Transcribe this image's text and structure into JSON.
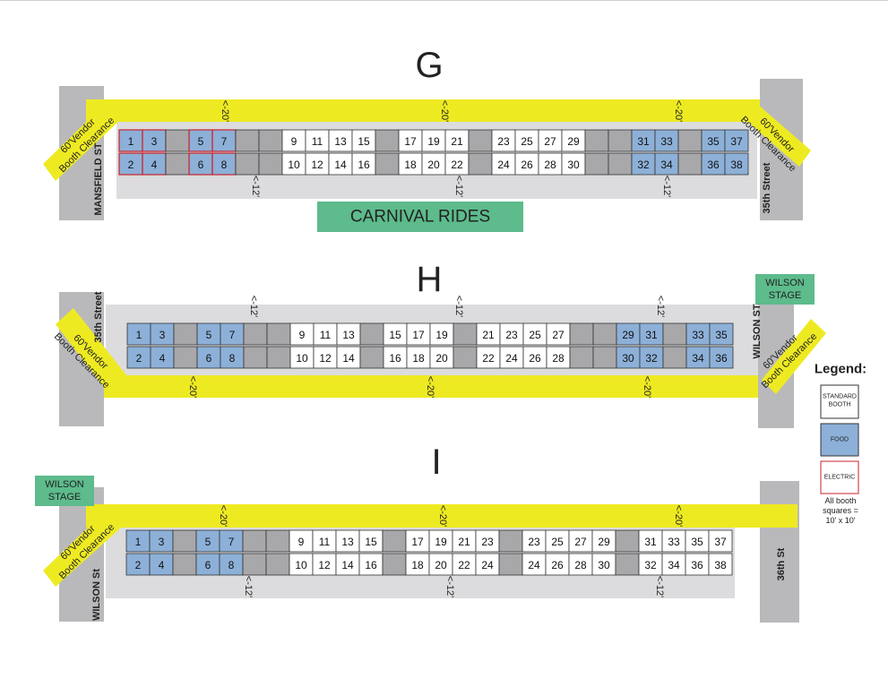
{
  "sections": [
    {
      "letter": "G",
      "top_booths": [
        "1",
        "3",
        "",
        "5",
        "7",
        "",
        "",
        "9",
        "11",
        "13",
        "15",
        "",
        "17",
        "19",
        "21",
        "",
        "23",
        "25",
        "27",
        "29",
        "",
        "",
        "31",
        "33",
        "",
        "35",
        "37"
      ],
      "bottom_booths": [
        "2",
        "4",
        "",
        "6",
        "8",
        "",
        "",
        "10",
        "12",
        "14",
        "16",
        "",
        "18",
        "20",
        "22",
        "",
        "24",
        "26",
        "28",
        "30",
        "",
        "",
        "32",
        "34",
        "",
        "36",
        "38"
      ],
      "top_types": [
        "food-electric",
        "food-electric",
        "empty",
        "food-electric",
        "food-electric",
        "empty",
        "empty",
        "standard",
        "standard",
        "standard",
        "standard",
        "empty",
        "standard",
        "standard",
        "standard",
        "empty",
        "standard",
        "standard",
        "standard",
        "standard",
        "empty",
        "empty",
        "food",
        "food",
        "empty",
        "food",
        "food"
      ],
      "bottom_types": [
        "food-electric",
        "food-electric",
        "empty",
        "food-electric",
        "food-electric",
        "empty",
        "empty",
        "standard",
        "standard",
        "standard",
        "standard",
        "empty",
        "standard",
        "standard",
        "standard",
        "empty",
        "standard",
        "standard",
        "standard",
        "standard",
        "empty",
        "empty",
        "food",
        "food",
        "empty",
        "food",
        "food"
      ],
      "lane_marks": [
        "<-20'",
        "<-20'",
        "<-20'"
      ],
      "street_marks": [
        "<-12'",
        "<-12'",
        "<-12'"
      ],
      "left_street": "MANSFIELD ST",
      "right_street": "35th Street",
      "left_clearance": [
        "60'Vendor",
        "Booth Clearance"
      ],
      "right_clearance": [
        "60'Vendor",
        "Booth Clearance"
      ]
    },
    {
      "letter": "H",
      "top_booths": [
        "1",
        "3",
        "",
        "5",
        "7",
        "",
        "",
        "9",
        "11",
        "13",
        "",
        "15",
        "17",
        "19",
        "",
        "21",
        "23",
        "25",
        "27",
        "",
        "",
        "29",
        "31",
        "",
        "33",
        "35"
      ],
      "bottom_booths": [
        "2",
        "4",
        "",
        "6",
        "8",
        "",
        "",
        "10",
        "12",
        "14",
        "",
        "16",
        "18",
        "20",
        "",
        "22",
        "24",
        "26",
        "28",
        "",
        "",
        "30",
        "32",
        "",
        "34",
        "36"
      ],
      "top_types": [
        "food",
        "food",
        "empty",
        "food",
        "food",
        "empty",
        "empty",
        "standard",
        "standard",
        "standard",
        "empty",
        "standard",
        "standard",
        "standard",
        "empty",
        "standard",
        "standard",
        "standard",
        "standard",
        "empty",
        "empty",
        "food",
        "food",
        "empty",
        "food",
        "food"
      ],
      "bottom_types": [
        "food",
        "food",
        "empty",
        "food",
        "food",
        "empty",
        "empty",
        "standard",
        "standard",
        "standard",
        "empty",
        "standard",
        "standard",
        "standard",
        "empty",
        "standard",
        "standard",
        "standard",
        "standard",
        "empty",
        "empty",
        "food",
        "food",
        "empty",
        "food",
        "food"
      ],
      "lane_marks": [
        "<-20'",
        "<-20'",
        "<-20'"
      ],
      "street_marks": [
        "<-12'",
        "<-12'",
        "<-12'"
      ],
      "left_street": "35th Street",
      "right_street": "WILSON ST",
      "left_clearance": [
        "60'Vendor",
        "Booth Clearance"
      ],
      "right_clearance": [
        "60'Vendor",
        "Booth Clearance"
      ]
    },
    {
      "letter": "I",
      "top_booths": [
        "1",
        "3",
        "",
        "5",
        "7",
        "",
        "",
        "9",
        "11",
        "13",
        "15",
        "",
        "17",
        "19",
        "21",
        "23",
        "",
        "23",
        "25",
        "27",
        "29",
        "",
        "31",
        "33",
        "35",
        "37"
      ],
      "bottom_booths": [
        "2",
        "4",
        "",
        "6",
        "8",
        "",
        "",
        "10",
        "12",
        "14",
        "16",
        "",
        "18",
        "20",
        "22",
        "24",
        "",
        "24",
        "26",
        "28",
        "30",
        "",
        "32",
        "34",
        "36",
        "38"
      ],
      "top_types": [
        "food",
        "food",
        "empty",
        "food",
        "food",
        "empty",
        "empty",
        "standard",
        "standard",
        "standard",
        "standard",
        "empty",
        "standard",
        "standard",
        "standard",
        "standard",
        "empty",
        "standard",
        "standard",
        "standard",
        "standard",
        "empty",
        "standard",
        "standard",
        "standard",
        "standard"
      ],
      "bottom_types": [
        "food",
        "food",
        "empty",
        "food",
        "food",
        "empty",
        "empty",
        "standard",
        "standard",
        "standard",
        "standard",
        "empty",
        "standard",
        "standard",
        "standard",
        "standard",
        "empty",
        "standard",
        "standard",
        "standard",
        "standard",
        "empty",
        "standard",
        "standard",
        "standard",
        "standard"
      ],
      "lane_marks": [
        "<-20'",
        "<-20'",
        "<-20'"
      ],
      "street_marks": [
        "<-12'",
        "<-12'",
        "<-12'"
      ],
      "left_street": "WILSON St",
      "right_street": "36th St",
      "left_clearance": [
        "60'Vendor",
        "Booth Clearance"
      ]
    }
  ],
  "carnival_rides": "CARNIVAL RIDES",
  "wilson_stage": [
    "WILSON",
    "STAGE"
  ],
  "legend": {
    "title": "Legend:",
    "standard": [
      "STANDARD",
      "BOOTH"
    ],
    "food": "FOOD",
    "electric": "ELECTRIC",
    "note": [
      "All booth",
      "squares =",
      "10' x 10'"
    ]
  },
  "colors": {
    "street": "#b9b9bb",
    "lane": "#eeea22",
    "booth_bg": "#dcdcde",
    "empty": "#a8a8aa",
    "food": "#8db0d8",
    "standard": "#ffffff",
    "electric_border": "#c8202a",
    "sign_green": "#5dbb8c"
  }
}
